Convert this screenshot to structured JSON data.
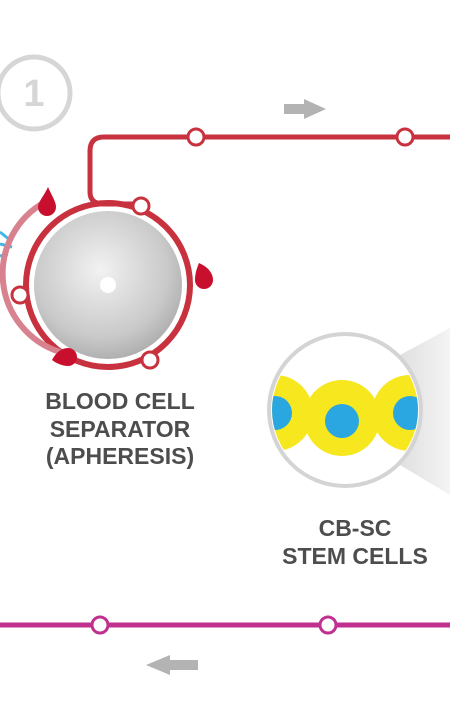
{
  "step": {
    "number": "1",
    "ring_color": "#d6d6d6"
  },
  "separator": {
    "label_lines": [
      "BLOOD CELL",
      "SEPARATOR",
      "(APHERESIS)"
    ]
  },
  "stem_cells": {
    "label_lines": [
      "CB-SC",
      "STEM CELLS"
    ]
  },
  "colors": {
    "tube_red": "#c8323e",
    "tube_pink": "#d16a7c",
    "tube_magenta": "#c0308e",
    "blood_drop": "#c8102e",
    "disc_gray": "#bdbdbd",
    "arrow_gray": "#b3b3b3",
    "cell_yellow": "#f6e71e",
    "cell_blue": "#2aa6e0",
    "accent_blue": "#41b6e6"
  },
  "icons": {
    "top_arrow": "arrow-right-icon",
    "bottom_arrow": "arrow-left-icon"
  }
}
